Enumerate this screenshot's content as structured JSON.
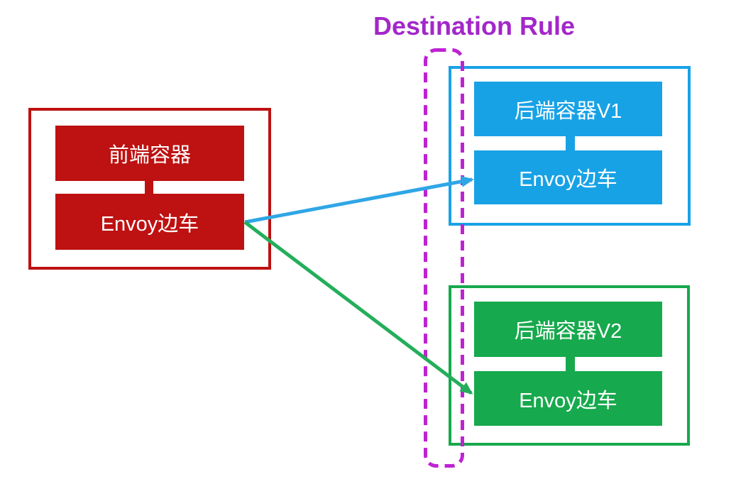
{
  "title": "Destination Rule",
  "colors": {
    "title_magenta": "#A327C9",
    "dash_magenta": "#BE23D2",
    "red": "#BE1111",
    "blue": "#18A2E6",
    "green": "#17A94D",
    "arrow_blue": "#2FA6E6",
    "arrow_green": "#23AE5B",
    "label_text": "#FFFFFF"
  },
  "frontend_pod": {
    "container_label": "前端容器",
    "sidecar_label": "Envoy边车"
  },
  "backend_v1_pod": {
    "container_label": "后端容器V1",
    "sidecar_label": "Envoy边车"
  },
  "backend_v2_pod": {
    "container_label": "后端容器V2",
    "sidecar_label": "Envoy边车"
  }
}
